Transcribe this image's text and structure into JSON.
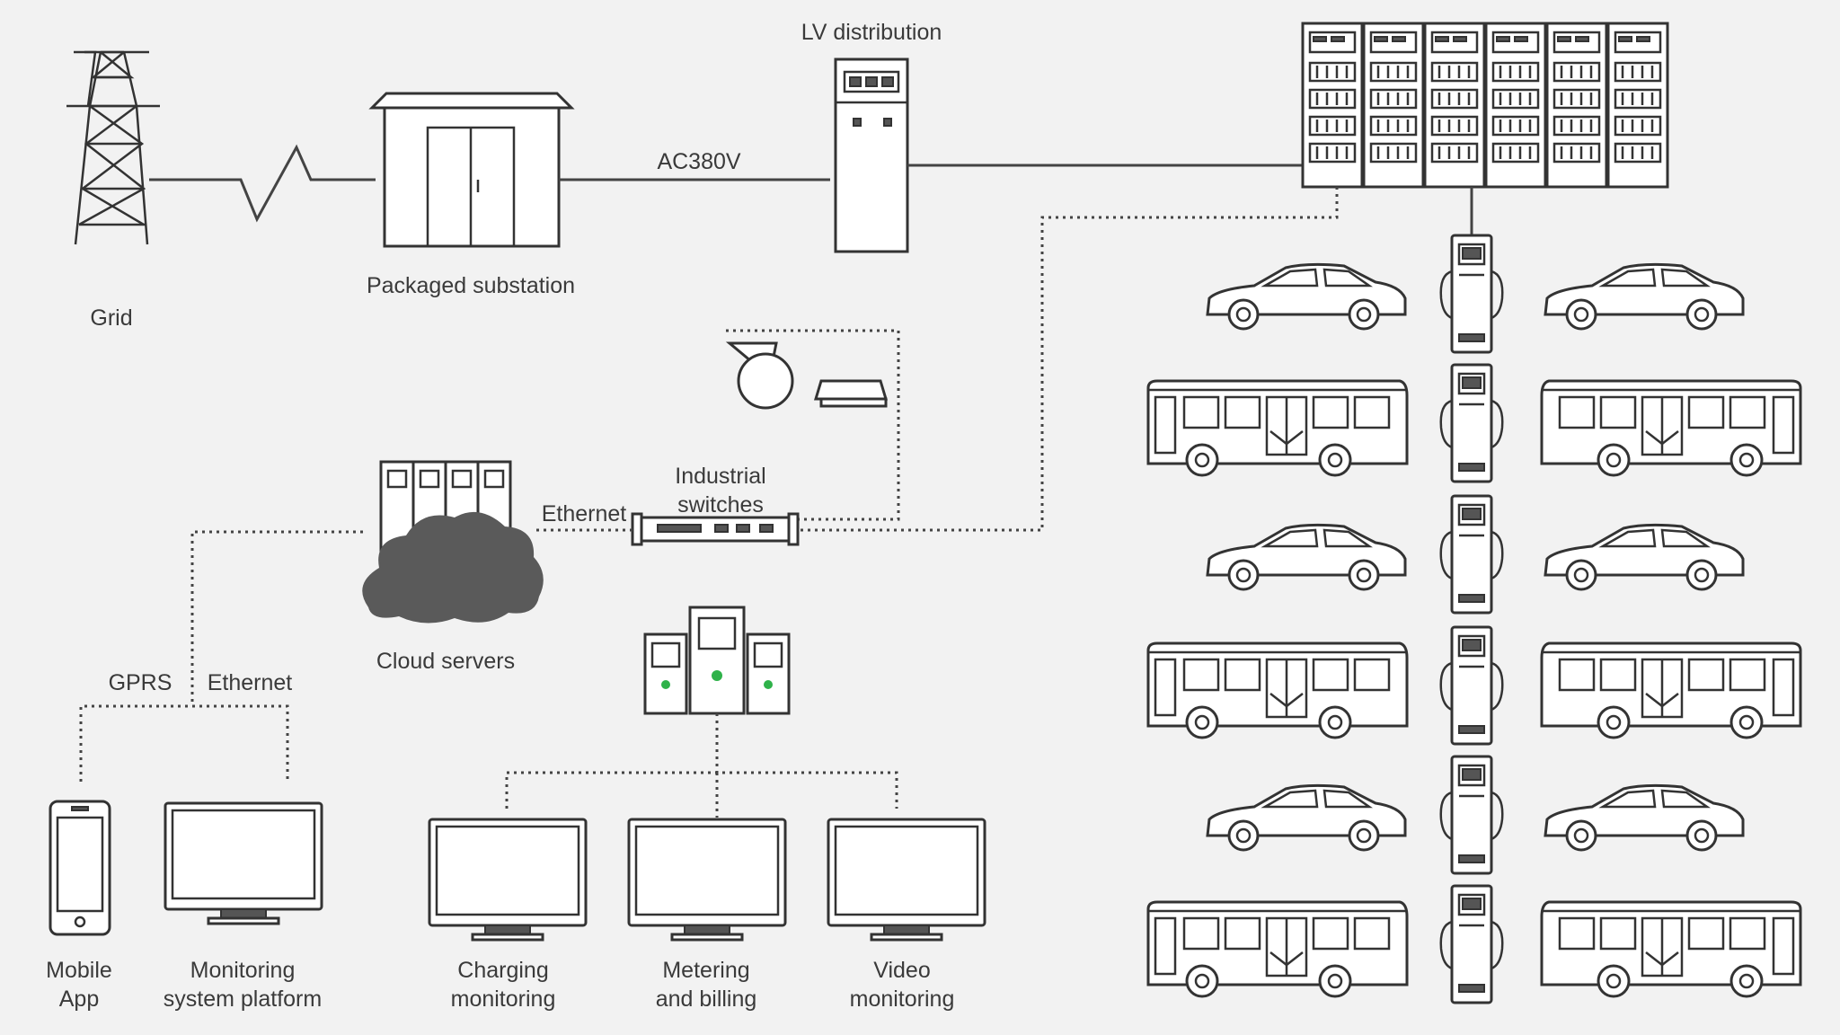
{
  "labels": {
    "grid": "Grid",
    "packaged_substation": "Packaged substation",
    "ac380v": "AC380V",
    "lv_distribution": "LV distribution",
    "industrial_switches_1": "Industrial",
    "industrial_switches_2": "switches",
    "ethernet_switch": "Ethernet",
    "cloud_servers": "Cloud servers",
    "gprs": "GPRS",
    "ethernet_left": "Ethernet",
    "mobile_app_1": "Mobile",
    "mobile_app_2": "App",
    "monitoring_platform_1": "Monitoring",
    "monitoring_platform_2": "system platform",
    "charging_monitoring_1": "Charging",
    "charging_monitoring_2": "monitoring",
    "metering_billing_1": "Metering",
    "metering_billing_2": "and billing",
    "video_monitoring_1": "Video",
    "video_monitoring_2": "monitoring"
  },
  "charging_bays": [
    {
      "vehicle": "car"
    },
    {
      "vehicle": "bus"
    },
    {
      "vehicle": "car"
    },
    {
      "vehicle": "bus"
    },
    {
      "vehicle": "car"
    },
    {
      "vehicle": "bus"
    }
  ],
  "colors": {
    "background": "#f2f2f2",
    "line": "#444444",
    "status_led": "#2fb24a",
    "cloud": "#5a5a5a"
  }
}
